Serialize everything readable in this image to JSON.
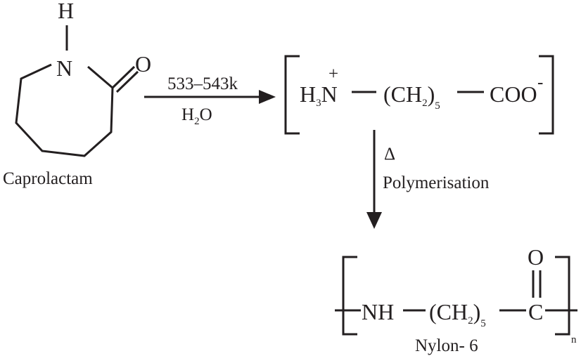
{
  "caprolactam": {
    "atom_h": "H",
    "atom_n": "N",
    "atom_o": "O",
    "name": "Caprolactam"
  },
  "reaction_arrow": {
    "condition_temp": "533–543k",
    "reagent_h": "H",
    "reagent_sub": "2",
    "reagent_o": "O"
  },
  "intermediate": {
    "h3_h": "H",
    "h3_sub": "3",
    "n": "N",
    "plus": "+",
    "ch2_open": "(CH",
    "ch2_sub": "2",
    "ch2_close": ")",
    "ch2_count": "5",
    "coo": "COO",
    "minus": "-"
  },
  "polymerisation_arrow": {
    "delta": "Δ",
    "label": "Polymerisation"
  },
  "nylon": {
    "nh": "NH",
    "ch2_open": "(CH",
    "ch2_sub": "2",
    "ch2_close": ")",
    "ch2_count": "5",
    "c": "C",
    "o": "O",
    "repeat": "n",
    "name": "Nylon- 6"
  },
  "colors": {
    "ink": "#231f20",
    "background": "#ffffff"
  }
}
